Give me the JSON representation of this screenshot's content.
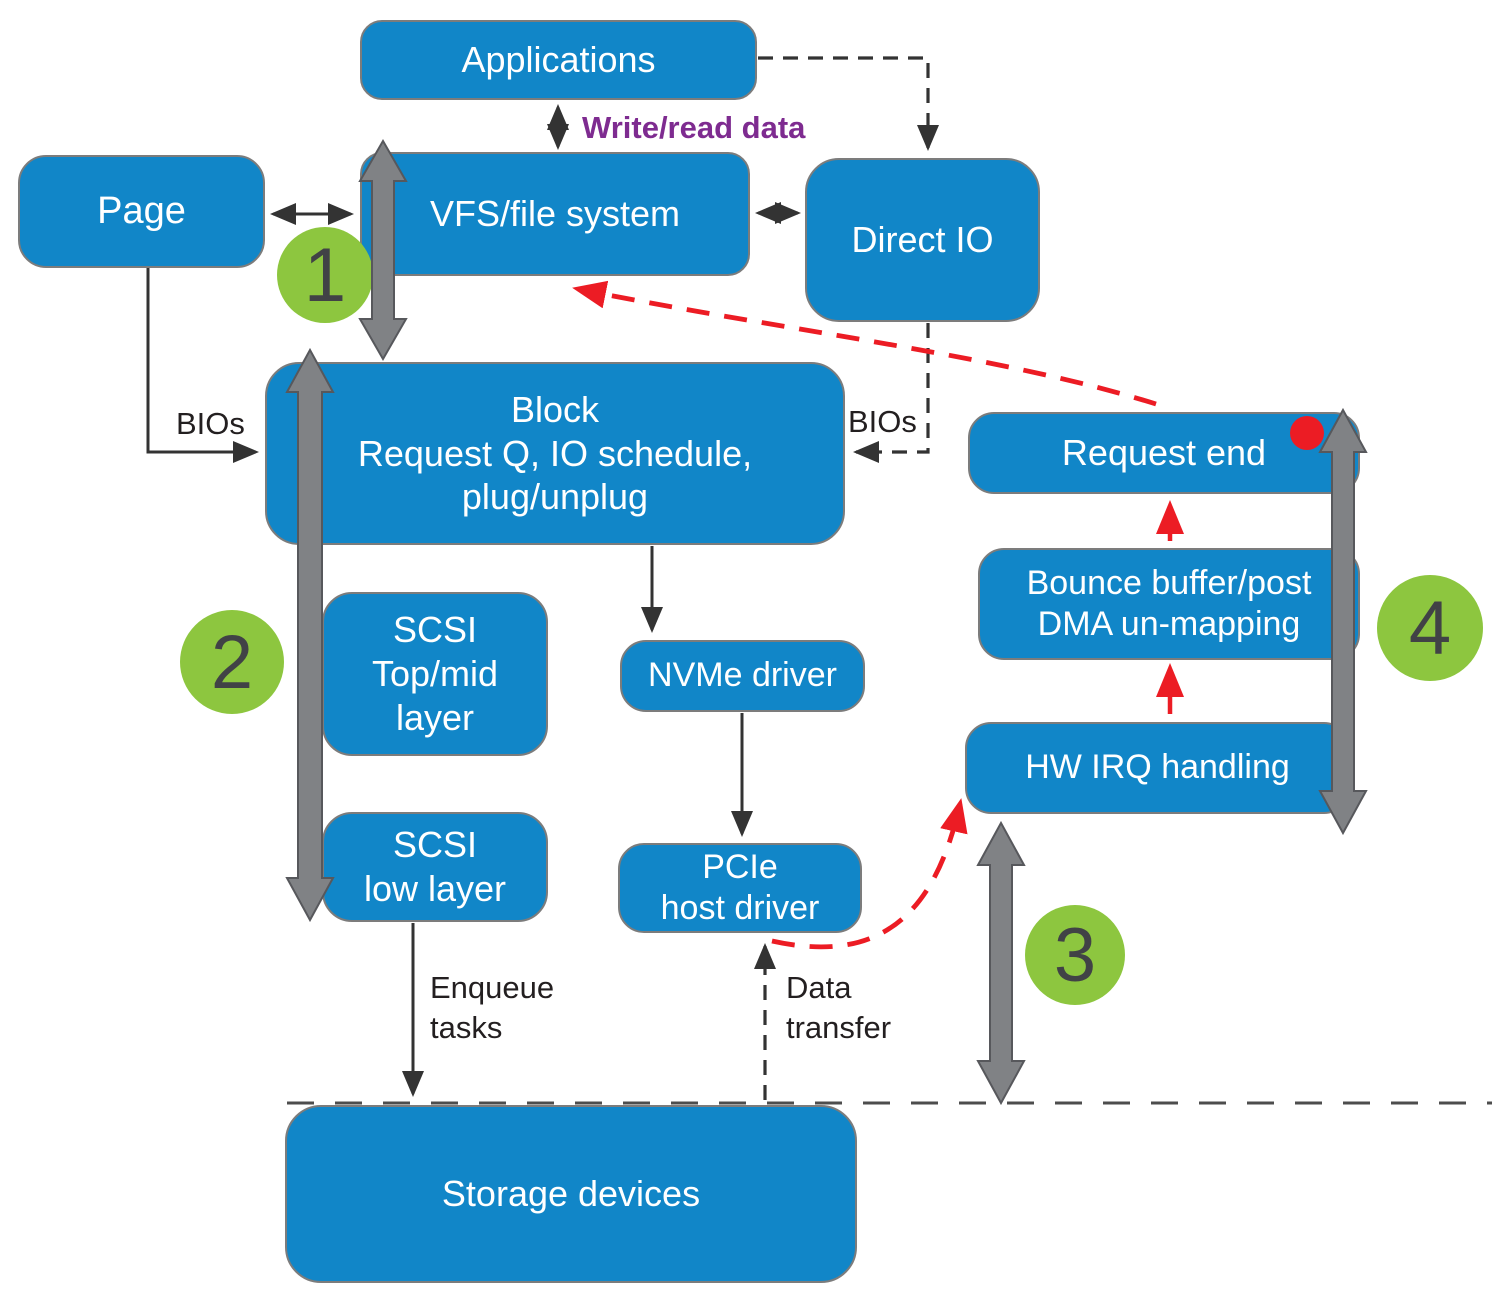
{
  "diagram": {
    "title_hint": "Linux storage I/O stack flow",
    "boxes": {
      "applications": {
        "lines": [
          "Applications"
        ]
      },
      "page": {
        "lines": [
          "Page"
        ]
      },
      "vfs": {
        "lines": [
          "VFS/file system"
        ]
      },
      "direct_io": {
        "lines": [
          "Direct IO"
        ]
      },
      "block": {
        "lines": [
          "Block",
          "Request Q, IO schedule,",
          "plug/unplug"
        ]
      },
      "scsi_top": {
        "lines": [
          "SCSI",
          "Top/mid",
          "layer"
        ]
      },
      "scsi_low": {
        "lines": [
          "SCSI",
          "low layer"
        ]
      },
      "nvme": {
        "lines": [
          "NVMe driver"
        ]
      },
      "pcie": {
        "lines": [
          "PCIe",
          "host driver"
        ]
      },
      "request_end": {
        "lines": [
          "Request end"
        ]
      },
      "bounce": {
        "lines": [
          "Bounce buffer/post",
          "DMA un-mapping"
        ]
      },
      "hw_irq": {
        "lines": [
          "HW IRQ handling"
        ]
      },
      "storage": {
        "lines": [
          "Storage devices"
        ]
      }
    },
    "labels": {
      "write_read": "Write/read data",
      "bios_left": "BIOs",
      "bios_right": "BIOs",
      "enqueue_line1": "Enqueue",
      "enqueue_line2": "tasks",
      "data_line1": "Data",
      "data_line2": "transfer"
    },
    "steps": {
      "s1": "1",
      "s2": "2",
      "s3": "3",
      "s4": "4"
    },
    "colors": {
      "box_blue": "#1186C8",
      "box_border": "#7C7C7C",
      "step_green": "#8DC63F",
      "step_number": "#414246",
      "arrow_gray": "#808285",
      "arrow_gray_outline": "#57585C",
      "red": "#EC1C24",
      "purple": "#7E2B90",
      "text_dark": "#231F20"
    }
  }
}
